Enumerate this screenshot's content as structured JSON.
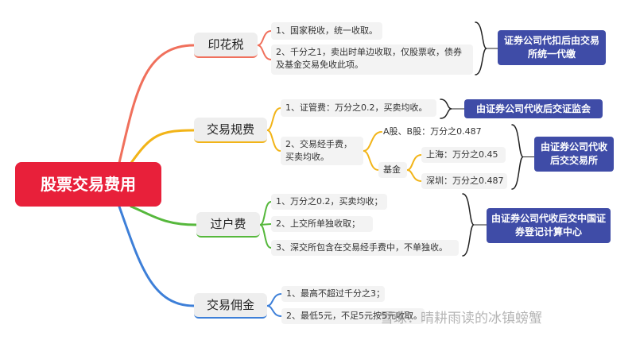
{
  "root": {
    "label": "股票交易费用",
    "color": "#e8203a"
  },
  "branches": [
    {
      "label": "印花税",
      "color": "#f0705c",
      "items": [
        "1、国家税收，统一收取。",
        "2、千分之1，卖出时单边收取，仅股票收，债券及基金交易免收此项。"
      ],
      "note": "证券公司代扣后由交易所统一代缴"
    },
    {
      "label": "交易规费",
      "color": "#f2b418",
      "items": [
        "1、证管费：万分之0.2，买卖均收。",
        "2、交易经手费，买卖均收。"
      ],
      "note": "由证券公司代收后交证监会",
      "sub": {
        "ab": "A股、B股：万分之0.487",
        "fund": "基金",
        "sh": "上海：万分之0.45",
        "sz": "深圳：万分之0.487"
      },
      "note2": "由证券公司代收后交交易所"
    },
    {
      "label": "过户费",
      "color": "#56b83c",
      "items": [
        "1、万分之0.2，买卖均收；",
        "2、上交所单独收取；",
        "3、深交所包含在交易经手费中，不单独收。"
      ],
      "note": "由证券公司代收后交中国证券登记计算中心"
    },
    {
      "label": "交易佣金",
      "color": "#3d7fd8",
      "items": [
        "1、最高不超过千分之3；",
        "2、最低5元，不足5元按5元收取。"
      ]
    }
  ],
  "watermark": "雪球：晴耕雨读的冰镇螃蟹"
}
